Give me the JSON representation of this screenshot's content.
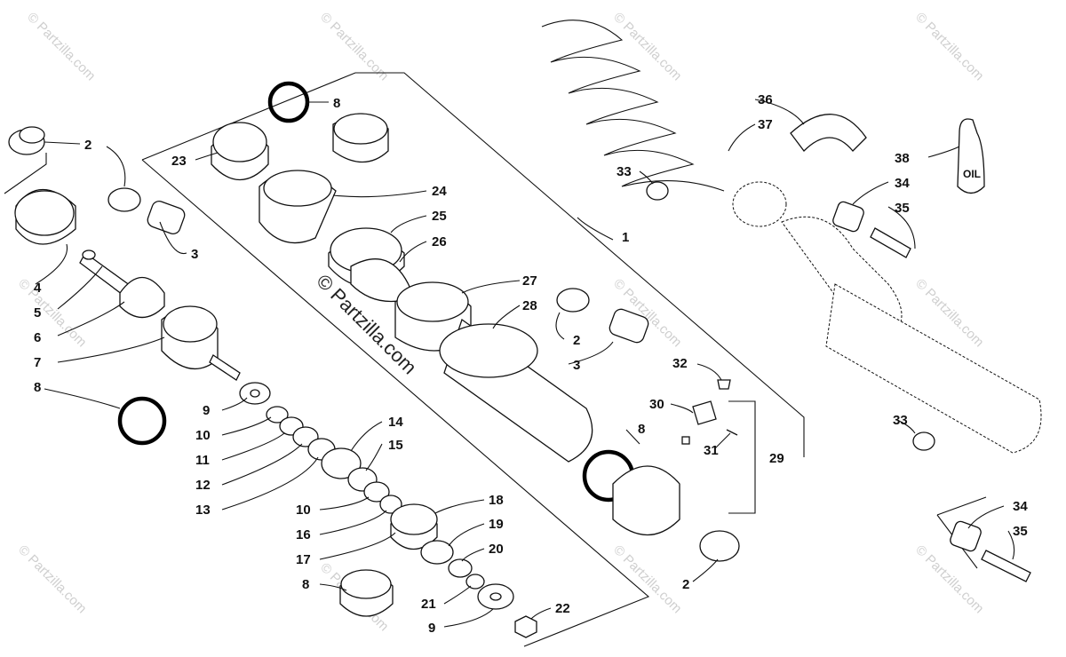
{
  "watermark_main": "© Partzilla.com",
  "watermark_tile": "© Partzilla.com",
  "oil_label": "OIL",
  "callouts": [
    {
      "id": "c1",
      "label": "1"
    },
    {
      "id": "c2a",
      "label": "2"
    },
    {
      "id": "c2b",
      "label": "2"
    },
    {
      "id": "c2c",
      "label": "2"
    },
    {
      "id": "c3a",
      "label": "3"
    },
    {
      "id": "c3b",
      "label": "3"
    },
    {
      "id": "c4",
      "label": "4"
    },
    {
      "id": "c5",
      "label": "5"
    },
    {
      "id": "c6",
      "label": "6"
    },
    {
      "id": "c7",
      "label": "7"
    },
    {
      "id": "c8a",
      "label": "8"
    },
    {
      "id": "c8b",
      "label": "8"
    },
    {
      "id": "c8c",
      "label": "8"
    },
    {
      "id": "c8d",
      "label": "8"
    },
    {
      "id": "c9a",
      "label": "9"
    },
    {
      "id": "c9b",
      "label": "9"
    },
    {
      "id": "c10a",
      "label": "10"
    },
    {
      "id": "c10b",
      "label": "10"
    },
    {
      "id": "c11",
      "label": "11"
    },
    {
      "id": "c12",
      "label": "12"
    },
    {
      "id": "c13",
      "label": "13"
    },
    {
      "id": "c14",
      "label": "14"
    },
    {
      "id": "c15",
      "label": "15"
    },
    {
      "id": "c16",
      "label": "16"
    },
    {
      "id": "c17",
      "label": "17"
    },
    {
      "id": "c18",
      "label": "18"
    },
    {
      "id": "c19",
      "label": "19"
    },
    {
      "id": "c20",
      "label": "20"
    },
    {
      "id": "c21",
      "label": "21"
    },
    {
      "id": "c22",
      "label": "22"
    },
    {
      "id": "c23",
      "label": "23"
    },
    {
      "id": "c24",
      "label": "24"
    },
    {
      "id": "c25",
      "label": "25"
    },
    {
      "id": "c26",
      "label": "26"
    },
    {
      "id": "c27",
      "label": "27"
    },
    {
      "id": "c28",
      "label": "28"
    },
    {
      "id": "c29",
      "label": "29"
    },
    {
      "id": "c30",
      "label": "30"
    },
    {
      "id": "c31",
      "label": "31"
    },
    {
      "id": "c32",
      "label": "32"
    },
    {
      "id": "c33a",
      "label": "33"
    },
    {
      "id": "c33b",
      "label": "33"
    },
    {
      "id": "c34a",
      "label": "34"
    },
    {
      "id": "c34b",
      "label": "34"
    },
    {
      "id": "c35a",
      "label": "35"
    },
    {
      "id": "c35b",
      "label": "35"
    },
    {
      "id": "c36",
      "label": "36"
    },
    {
      "id": "c37",
      "label": "37"
    },
    {
      "id": "c38",
      "label": "38"
    }
  ]
}
